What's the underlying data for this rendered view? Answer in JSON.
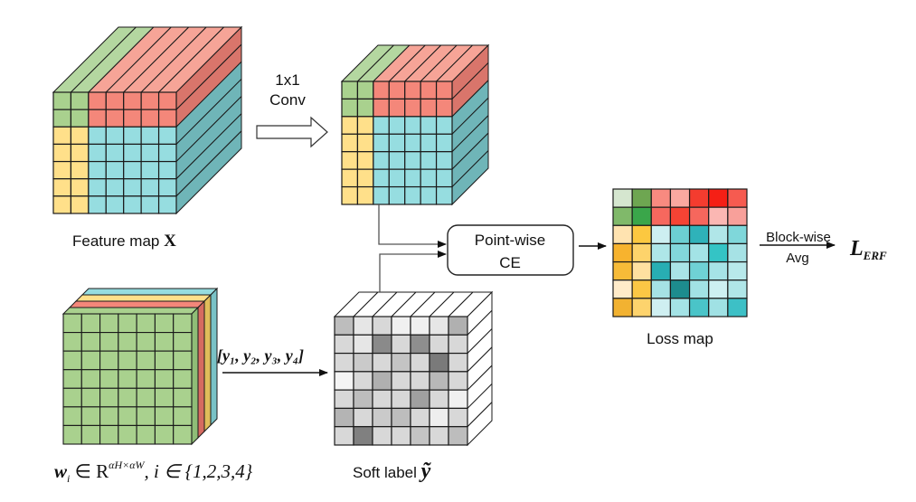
{
  "feature_map": {
    "label": "Feature map ",
    "symbol": "X",
    "grid": {
      "rows": 7,
      "cols": 7
    },
    "colors": {
      "green": "#a9d18e",
      "red": "#f4877a",
      "yellow": "#ffe08a",
      "cyan": "#96dde0",
      "top_green": "#b4d7a0",
      "top_red": "#f6a497",
      "side_red": "#d9756b",
      "side_cyan": "#6fb5b8"
    }
  },
  "conv": {
    "line1": "1x1",
    "line2": "Conv"
  },
  "conv_output": {
    "grid": {
      "rows": 7,
      "cols": 7
    }
  },
  "point_wise_ce": {
    "line1": "Point-wise",
    "line2": "CE"
  },
  "loss_map": {
    "label": "Loss map",
    "cells": [
      [
        "#d5e6cf",
        "#6ea651",
        "#f88a80",
        "#faa8a0",
        "#f43c2f",
        "#f51f15",
        "#f65b50"
      ],
      [
        "#80b96a",
        "#3aa64a",
        "#f6685e",
        "#f54334",
        "#f6675d",
        "#fbb7b3",
        "#f8a09a"
      ],
      [
        "#ffe3b0",
        "#fcc840",
        "#cdeff1",
        "#6ccfd2",
        "#2fb2b9",
        "#b0e6e8",
        "#7fd7da"
      ],
      [
        "#f7b32e",
        "#fdd36b",
        "#aee6e8",
        "#82d7db",
        "#a3e3e6",
        "#34c4c5",
        "#a6e2e5"
      ],
      [
        "#f7bb38",
        "#ffe0a0",
        "#28aeb3",
        "#a9e4e7",
        "#6fd1d5",
        "#a6e3e6",
        "#b8e9eb"
      ],
      [
        "#ffebc9",
        "#fbc745",
        "#a6e2e5",
        "#1d8c8e",
        "#a2e2e5",
        "#cdf0f2",
        "#b0e6e8"
      ],
      [
        "#f2b231",
        "#fdd36d",
        "#cfeff1",
        "#a4e3e6",
        "#4ac4c8",
        "#a0e1e4",
        "#3dc0c6"
      ]
    ]
  },
  "block_wise": {
    "line1": "Block-wise",
    "line2": "Avg"
  },
  "loss_symbol": {
    "main": "L",
    "sub": "ERF"
  },
  "weights": {
    "formula_w": "w",
    "formula_sub": "i",
    "formula_in": " ∈ R",
    "formula_sup": "αH×αW",
    "formula_rest": ", i ∈ {1,2,3,4}",
    "layer_colors": [
      "#a9d18e",
      "#f4877a",
      "#ffe08a",
      "#96dde0"
    ]
  },
  "label_vector": "[y₁, y₂, y₃, y₄]",
  "soft_label": {
    "label": "Soft label ",
    "symbol": "ỹ",
    "cells": [
      [
        "#bdbdbd",
        "#e6e6e6",
        "#d8d8d8",
        "#f0f0f0",
        "#f0f0f0",
        "#e6e6e6",
        "#b0b0b0"
      ],
      [
        "#d8d8d8",
        "#e6e6e6",
        "#8a8a8a",
        "#d8d8d8",
        "#8e8e8e",
        "#d8d8d8",
        "#d8d8d8"
      ],
      [
        "#d8d8d8",
        "#cacaca",
        "#d8d8d8",
        "#c4c4c4",
        "#d8d8d8",
        "#7a7a7a",
        "#d8d8d8"
      ],
      [
        "#f4f4f4",
        "#d8d8d8",
        "#b0b0b0",
        "#d8d8d8",
        "#d8d8d8",
        "#b8b8b8",
        "#d8d8d8"
      ],
      [
        "#d8d8d8",
        "#bdbdbd",
        "#d8d8d8",
        "#d8d8d8",
        "#a0a0a0",
        "#d8d8d8",
        "#f0f0f0"
      ],
      [
        "#b4b4b4",
        "#d8d8d8",
        "#cacaca",
        "#bdbdbd",
        "#d8d8d8",
        "#eeeeee",
        "#d8d8d8"
      ],
      [
        "#d8d8d8",
        "#808080",
        "#d8d8d8",
        "#d8d8d8",
        "#c4c4c4",
        "#d8d8d8",
        "#bdbdbd"
      ]
    ]
  }
}
